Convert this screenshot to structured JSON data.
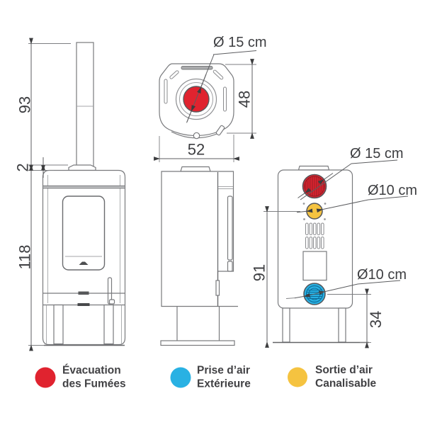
{
  "colors": {
    "red": "#e0232f",
    "blue": "#29b1e3",
    "yellow": "#f5c340",
    "dark_red_hatch": "#9e2028",
    "dark_blue_hatch": "#0e6c99",
    "line": "#797a7d",
    "text": "#3d3e41"
  },
  "dimensions": {
    "chimney_height_cm": "93",
    "top_plate_thickness_cm": "2",
    "total_height_cm": "118",
    "top_flue_diameter": "Ø 15 cm",
    "top_depth_cm": "48",
    "top_width_cm": "52",
    "rear_flue_diameter": "Ø 15 cm",
    "rear_outlet_diameter": "Ø10 cm",
    "rear_outlet_height_cm": "91",
    "rear_intake_diameter": "Ø10 cm",
    "rear_intake_height_cm": "34"
  },
  "legend": {
    "items": [
      {
        "name": "smoke-evacuation",
        "color": "#e0232f",
        "label_line1": "Évacuation",
        "label_line2": "des Fumées"
      },
      {
        "name": "outside-air-intake",
        "color": "#29b1e3",
        "label_line1": "Prise d’air",
        "label_line2": "Extérieure"
      },
      {
        "name": "ductable-air-outlet",
        "color": "#f5c340",
        "label_line1": "Sortie d’air",
        "label_line2": "Canalisable"
      }
    ]
  }
}
